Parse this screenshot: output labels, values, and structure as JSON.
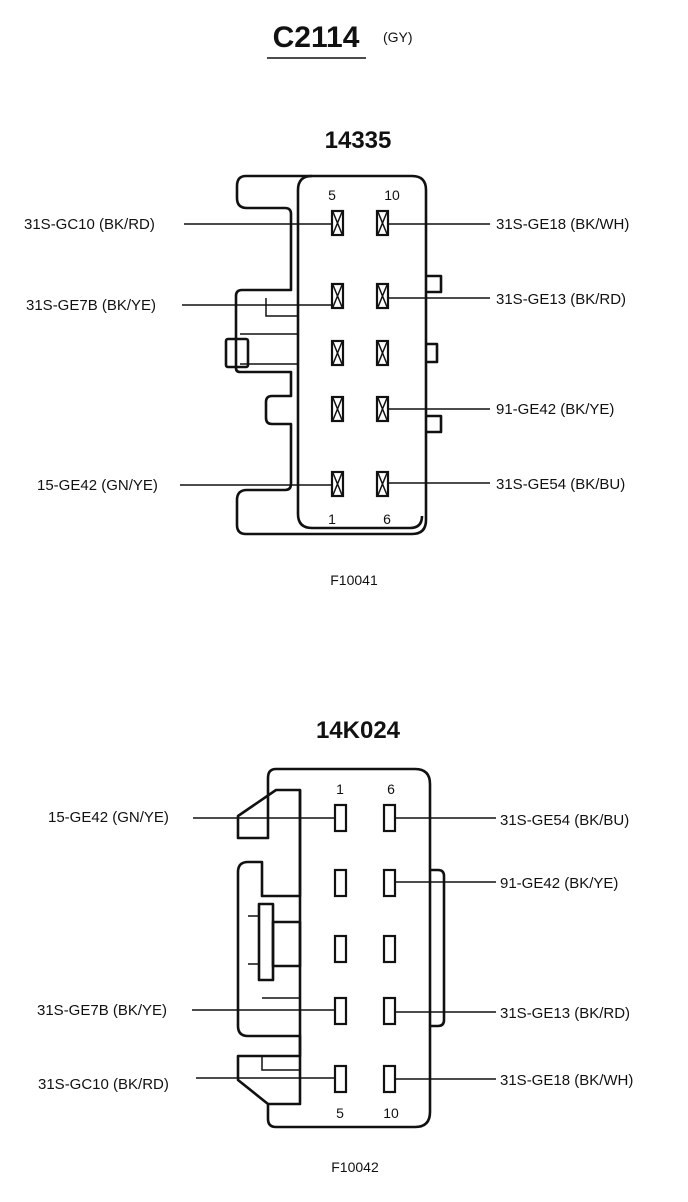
{
  "header": {
    "connector_id": "C2114",
    "color_code": "(GY)"
  },
  "connector_a": {
    "part_number": "14335",
    "figure_code": "F10041",
    "pin_numbers": {
      "top_left": "5",
      "top_right": "10",
      "bottom_left": "1",
      "bottom_right": "6"
    },
    "wires": {
      "pin5": "31S-GC10 (BK/RD)",
      "pin4": "31S-GE7B (BK/YE)",
      "pin1": "15-GE42 (GN/YE)",
      "pin10": "31S-GE18 (BK/WH)",
      "pin9": "31S-GE13 (BK/RD)",
      "pin7": "91-GE42 (BK/YE)",
      "pin6": "31S-GE54 (BK/BU)"
    }
  },
  "connector_b": {
    "part_number": "14K024",
    "figure_code": "F10042",
    "pin_numbers": {
      "top_left": "1",
      "top_right": "6",
      "bottom_left": "5",
      "bottom_right": "10"
    },
    "wires": {
      "pin1": "15-GE42 (GN/YE)",
      "pin4": "31S-GE7B (BK/YE)",
      "pin5": "31S-GC10 (BK/RD)",
      "pin6": "31S-GE54 (BK/BU)",
      "pin7": "91-GE42 (BK/YE)",
      "pin9": "31S-GE13 (BK/RD)",
      "pin10": "31S-GE18 (BK/WH)"
    }
  }
}
